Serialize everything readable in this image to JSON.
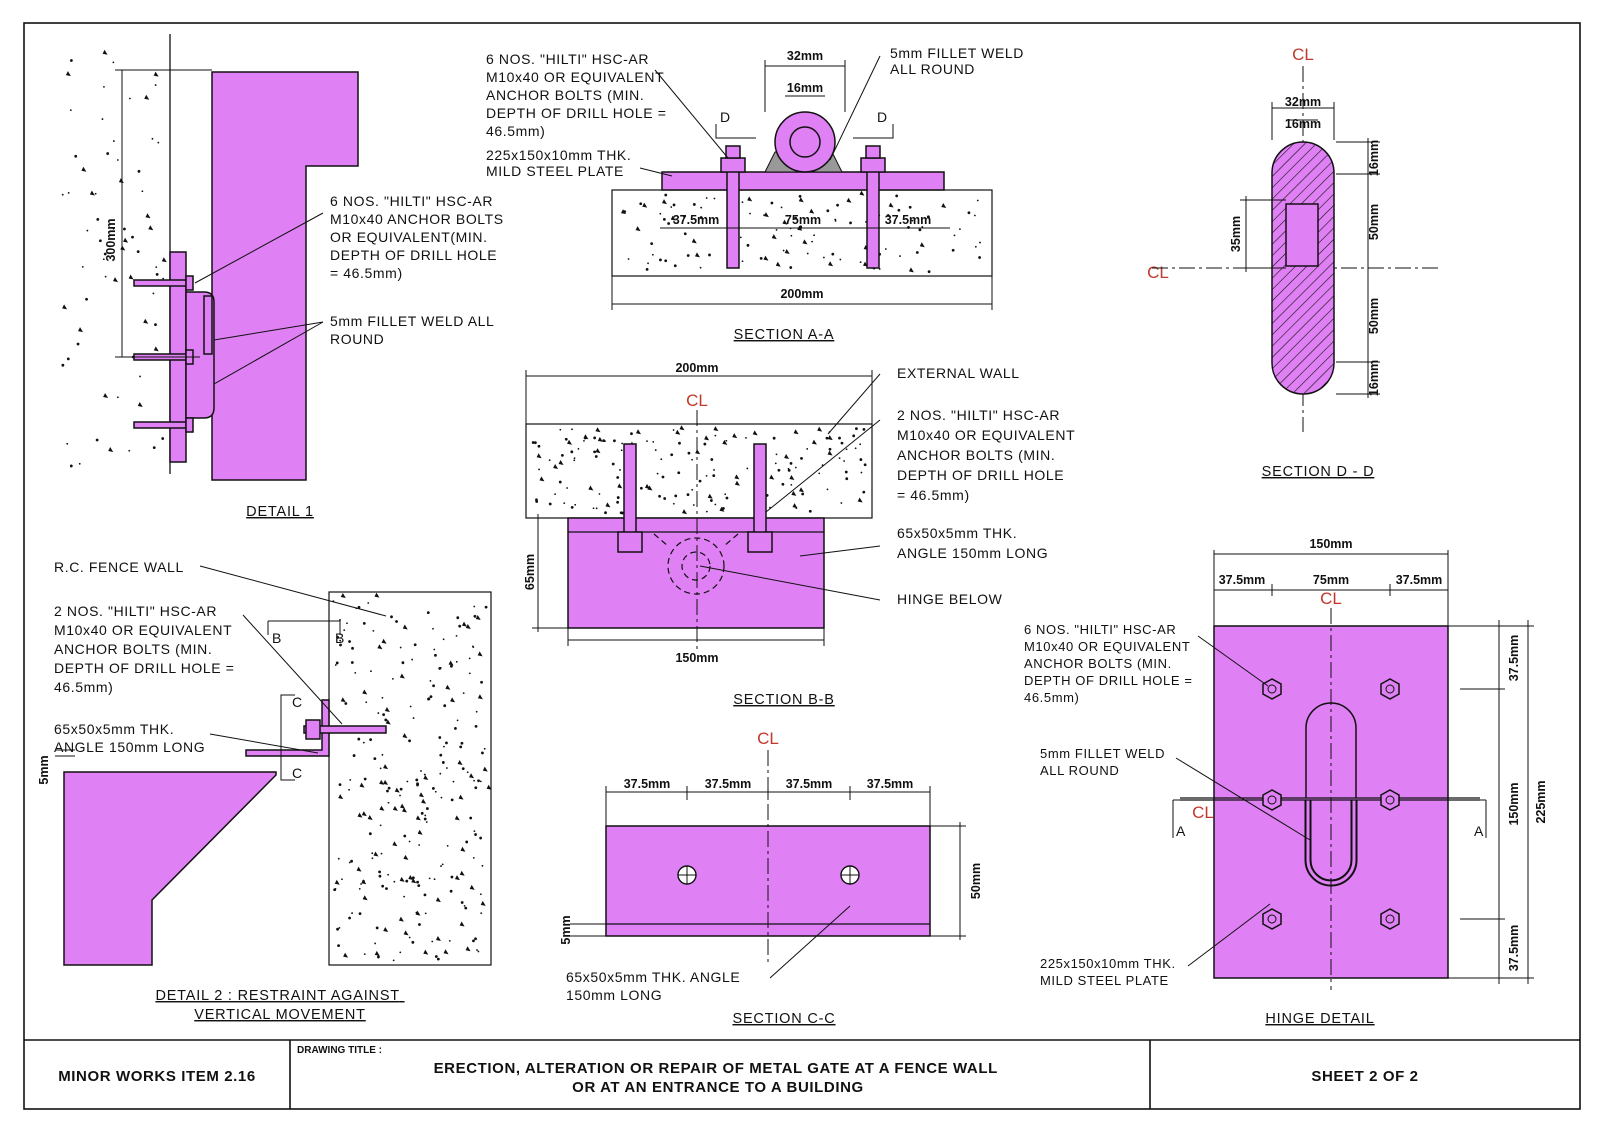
{
  "colors": {
    "steel": "#df80f4",
    "centerline": "#c0392b",
    "line": "#111111"
  },
  "title_block": {
    "item": "MINOR WORKS ITEM 2.16",
    "drawing_title_label": "DRAWING TITLE :",
    "drawing_title_line1": "ERECTION, ALTERATION OR REPAIR OF METAL GATE AT A FENCE WALL",
    "drawing_title_line2": "OR AT AN ENTRANCE TO A BUILDING",
    "sheet": "SHEET 2 OF 2"
  },
  "centerline_symbol": "CL",
  "detail1": {
    "title": "DETAIL 1",
    "dim_height": "300mm",
    "note_bolts": [
      "6 NOS. \"HILTI\" HSC-AR",
      "M10x40 ANCHOR BOLTS",
      "OR EQUIVALENT(MIN.",
      "DEPTH OF DRILL HOLE",
      "= 46.5mm)"
    ],
    "note_weld": [
      "5mm FILLET WELD ALL",
      "ROUND"
    ]
  },
  "section_aa": {
    "title": "SECTION A-A",
    "note_bolts": [
      "6 NOS. \"HILTI\" HSC-AR",
      "M10x40 OR EQUIVALENT",
      "ANCHOR BOLTS (MIN.",
      "DEPTH OF DRILL HOLE =",
      "46.5mm)"
    ],
    "note_plate": [
      "225x150x10mm THK.",
      "MILD STEEL PLATE"
    ],
    "note_weld": [
      "5mm FILLET WELD",
      "ALL ROUND"
    ],
    "dim_32": "32mm",
    "dim_16": "16mm",
    "dim_375a": "37.5mm",
    "dim_75": "75mm",
    "dim_375b": "37.5mm",
    "dim_200": "200mm",
    "mark_d": "D"
  },
  "section_dd": {
    "title": "SECTION D - D",
    "dim_32": "32mm",
    "dim_16w": "16mm",
    "dim_35": "35mm",
    "dim_16a": "16mm",
    "dim_50a": "50mm",
    "dim_50b": "50mm",
    "dim_16b": "16mm"
  },
  "section_bb": {
    "title": "SECTION B-B",
    "dim_200": "200mm",
    "dim_65": "65mm",
    "dim_150": "150mm",
    "note_wall": "EXTERNAL WALL",
    "note_bolts": [
      "2 NOS. \"HILTI\" HSC-AR",
      "M10x40 OR EQUIVALENT",
      "ANCHOR BOLTS (MIN.",
      "DEPTH OF DRILL HOLE",
      "= 46.5mm)"
    ],
    "note_angle": [
      "65x50x5mm THK.",
      "ANGLE 150mm LONG"
    ],
    "note_hinge": "HINGE BELOW"
  },
  "detail2": {
    "title_line1": "DETAIL 2 : RESTRAINT AGAINST",
    "title_line2": "VERTICAL MOVEMENT",
    "note_wall": "R.C. FENCE WALL",
    "note_bolts": [
      "2 NOS. \"HILTI\" HSC-AR",
      "M10x40 OR EQUIVALENT",
      "ANCHOR BOLTS (MIN.",
      "DEPTH OF DRILL HOLE =",
      "46.5mm)"
    ],
    "note_angle": [
      "65x50x5mm THK.",
      "ANGLE 150mm LONG"
    ],
    "dim_5": "5mm",
    "mark_b": "B",
    "mark_c": "C"
  },
  "section_cc": {
    "title": "SECTION C-C",
    "dims": [
      "37.5mm",
      "37.5mm",
      "37.5mm",
      "37.5mm"
    ],
    "dim_50": "50mm",
    "dim_5": "5mm",
    "note_angle": [
      "65x50x5mm THK. ANGLE",
      "150mm LONG"
    ]
  },
  "hinge_detail": {
    "title": "HINGE DETAIL",
    "dim_150w": "150mm",
    "dim_375a": "37.5mm",
    "dim_75": "75mm",
    "dim_375b": "37.5mm",
    "dim_375r1": "37.5mm",
    "dim_150h": "150mm",
    "dim_375r2": "37.5mm",
    "dim_225": "225mm",
    "note_bolts": [
      "6 NOS. \"HILTI\" HSC-AR",
      "M10x40 OR EQUIVALENT",
      "ANCHOR BOLTS (MIN.",
      "DEPTH OF DRILL HOLE =",
      "46.5mm)"
    ],
    "note_weld": [
      "5mm FILLET WELD",
      "ALL ROUND"
    ],
    "note_plate": [
      "225x150x10mm THK.",
      "MILD STEEL PLATE"
    ],
    "mark_a": "A"
  }
}
